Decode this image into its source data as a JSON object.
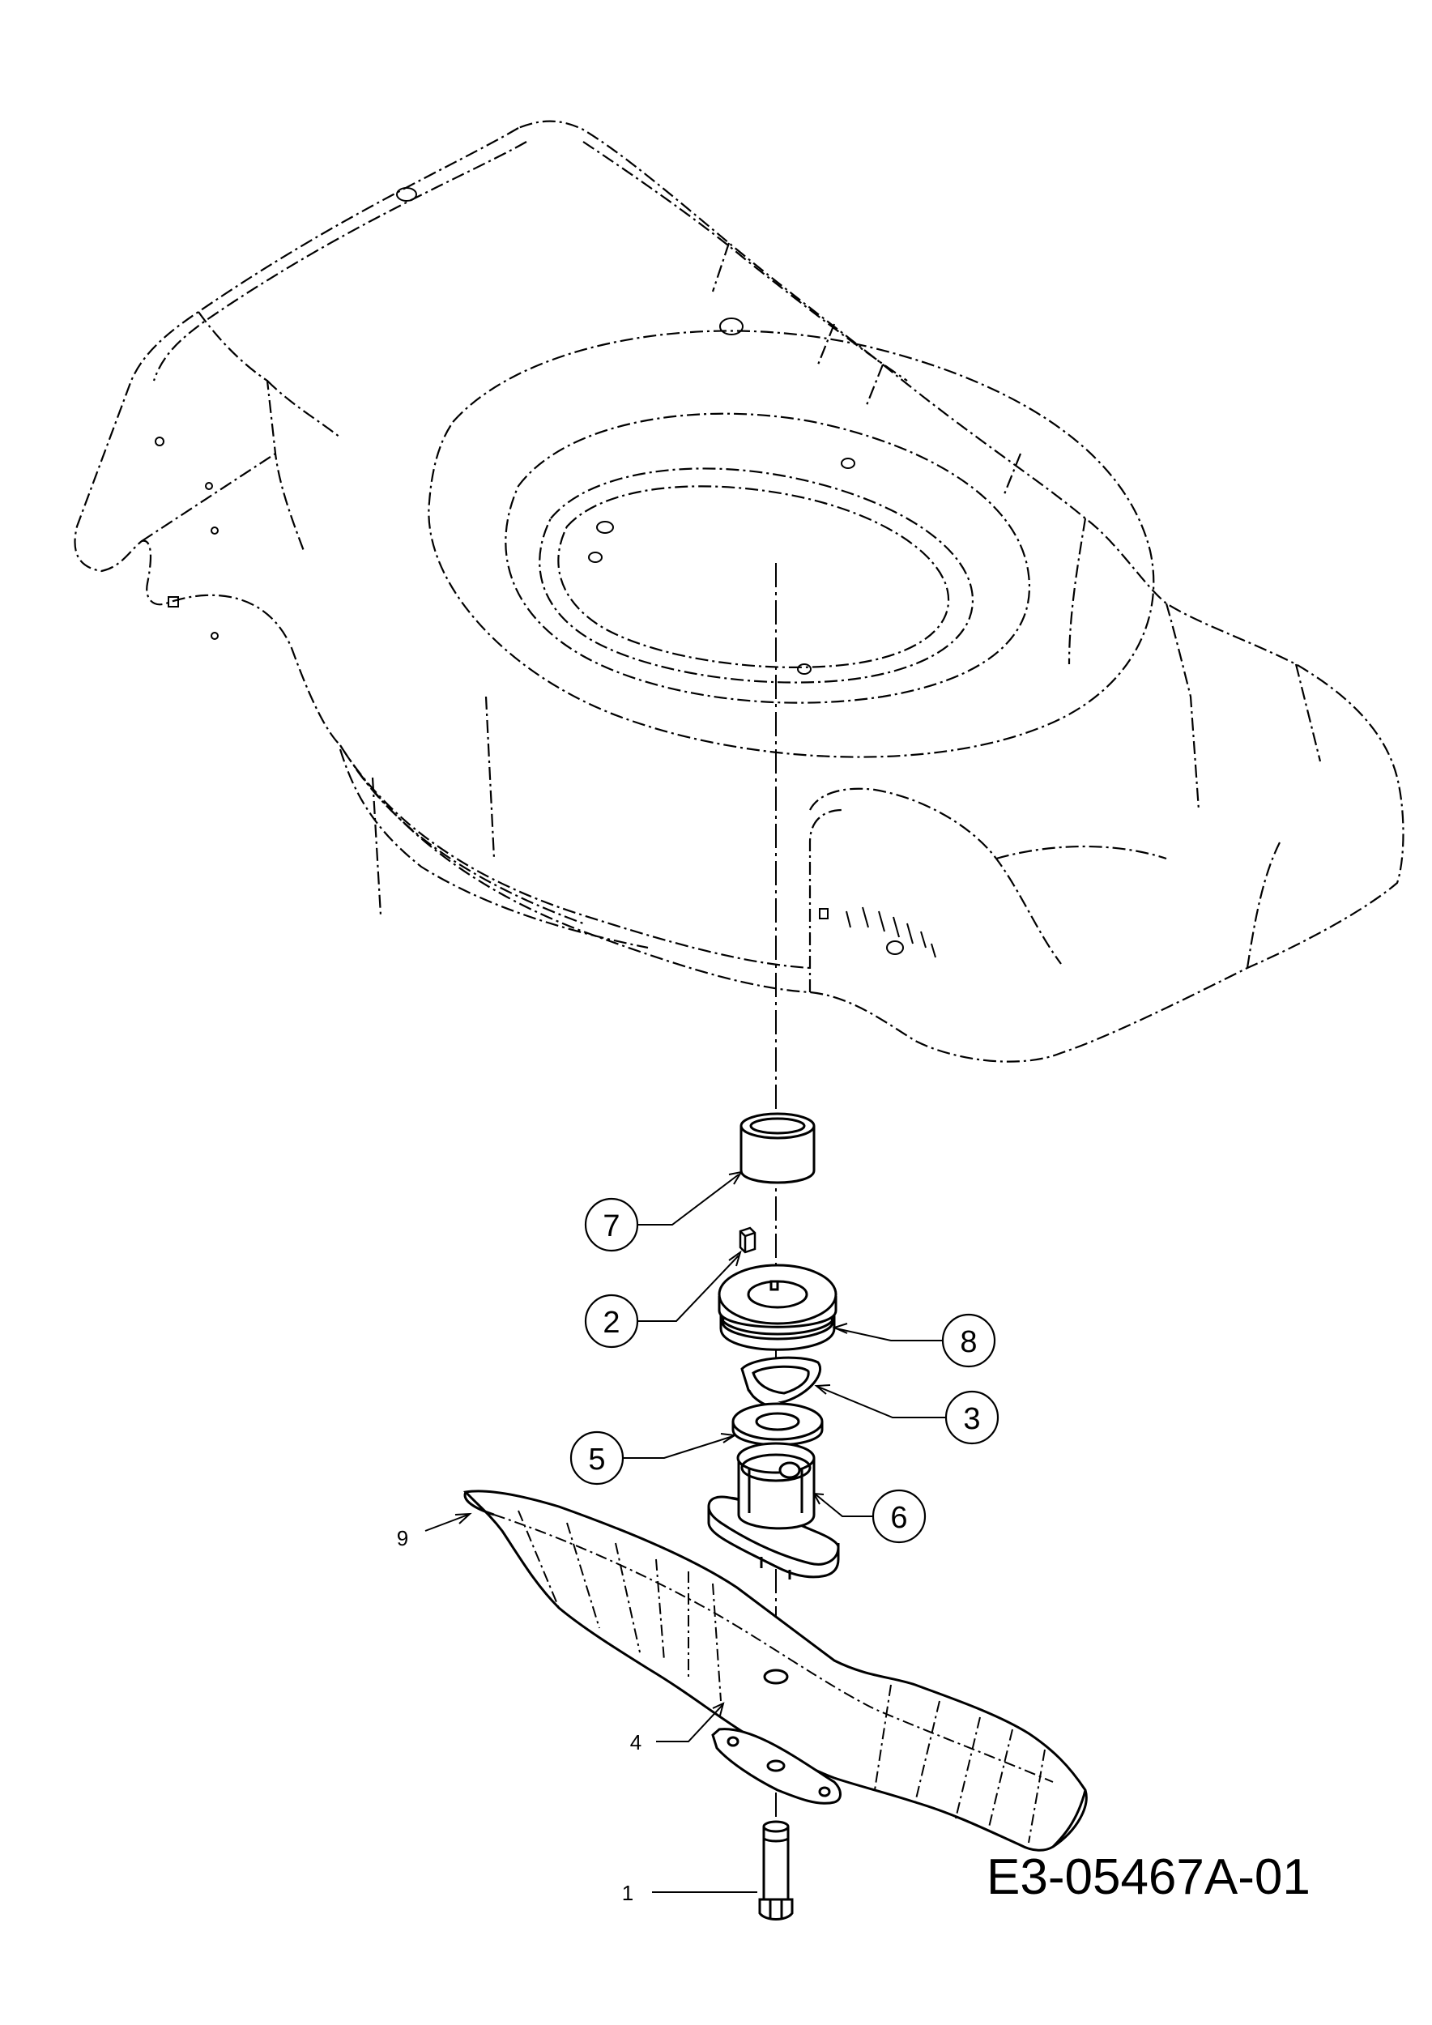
{
  "drawing_number": "E3-05467A-01",
  "callouts": [
    {
      "number": "1",
      "style": "plain",
      "part": "blade-bolt"
    },
    {
      "number": "2",
      "style": "circled",
      "part": "key"
    },
    {
      "number": "3",
      "style": "circled",
      "part": "blade-washer"
    },
    {
      "number": "4",
      "style": "plain",
      "part": "blade-retainer-plate"
    },
    {
      "number": "5",
      "style": "circled",
      "part": "flat-washer"
    },
    {
      "number": "6",
      "style": "circled",
      "part": "blade-adapter"
    },
    {
      "number": "7",
      "style": "circled",
      "part": "spacer-bushing"
    },
    {
      "number": "8",
      "style": "circled",
      "part": "pulley"
    },
    {
      "number": "9",
      "style": "plain",
      "part": "mower-blade"
    }
  ],
  "line_colors": {
    "ink": "#000000",
    "paper": "#ffffff"
  }
}
